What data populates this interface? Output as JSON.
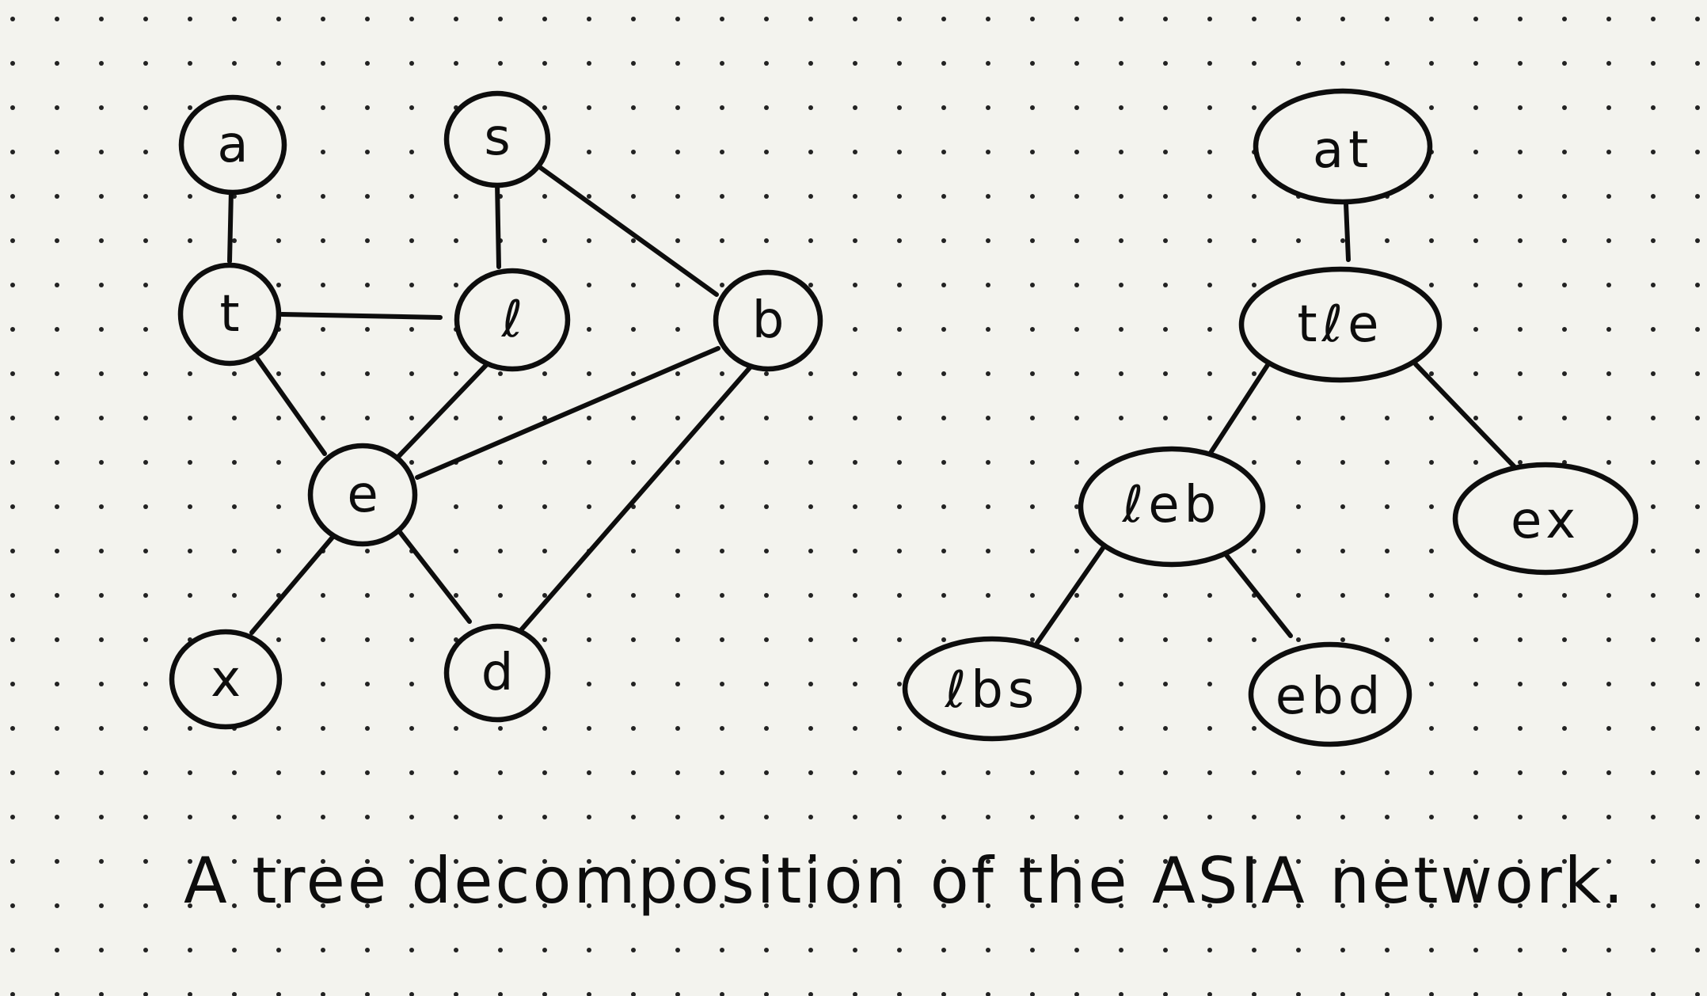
{
  "graph": {
    "nodes": {
      "a": "a",
      "s": "s",
      "t": "t",
      "l": "ℓ",
      "b": "b",
      "e": "e",
      "x": "x",
      "d": "d"
    },
    "edges": [
      [
        "a",
        "t"
      ],
      [
        "s",
        "l"
      ],
      [
        "s",
        "b"
      ],
      [
        "t",
        "l"
      ],
      [
        "t",
        "e"
      ],
      [
        "l",
        "e"
      ],
      [
        "b",
        "e"
      ],
      [
        "b",
        "d"
      ],
      [
        "e",
        "x"
      ],
      [
        "e",
        "d"
      ]
    ]
  },
  "tree": {
    "nodes": {
      "at": "at",
      "tle": "tℓe",
      "leb": "ℓeb",
      "ex": "ex",
      "lbs": "ℓbs",
      "ebd": "ebd"
    },
    "edges": [
      [
        "at",
        "tle"
      ],
      [
        "tle",
        "leb"
      ],
      [
        "tle",
        "ex"
      ],
      [
        "leb",
        "lbs"
      ],
      [
        "leb",
        "ebd"
      ]
    ]
  },
  "caption": "A tree decomposition of the ASIA network."
}
